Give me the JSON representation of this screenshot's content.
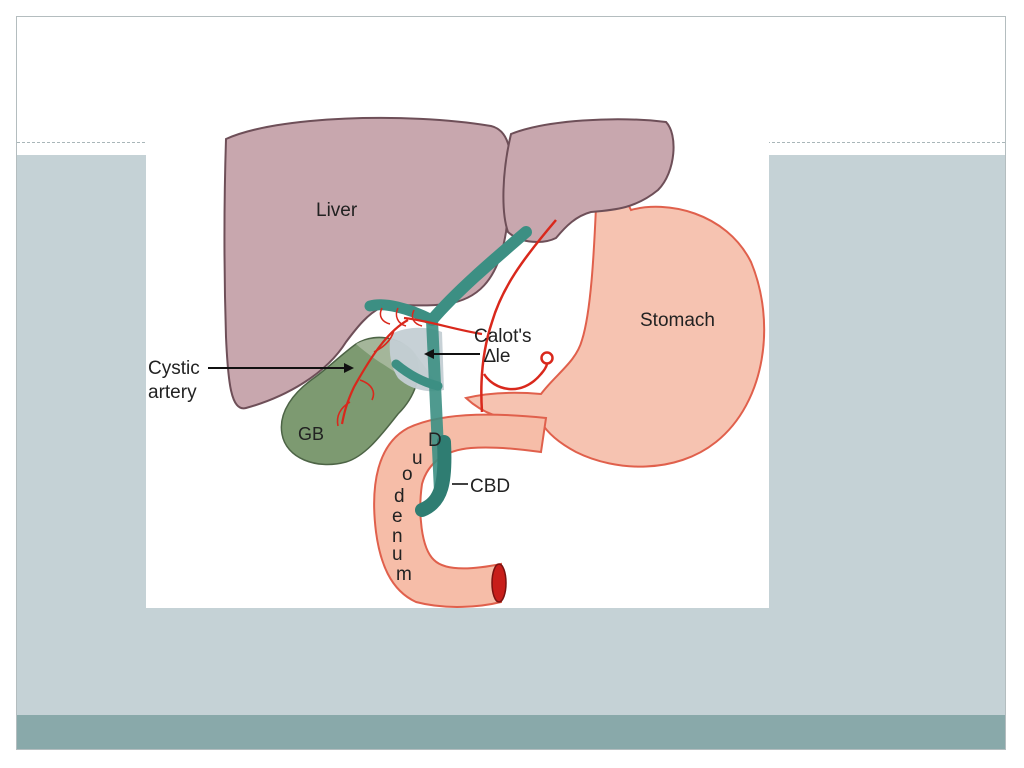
{
  "slide": {
    "colors": {
      "background": "#ffffff",
      "content_band": "#c5d2d6",
      "footer_band": "#89a9aa",
      "rule": "#a9b6b9"
    }
  },
  "diagram": {
    "labels": {
      "liver": "Liver",
      "stomach": "Stomach",
      "calots_line1": "Calot's",
      "calots_line2": "∆le",
      "cystic_line1": "Cystic",
      "cystic_line2": "artery",
      "gb": "GB",
      "cbd": "CBD",
      "duodenum_letters": [
        "D",
        "u",
        "o",
        "d",
        "e",
        "n",
        "u",
        "m"
      ]
    },
    "colors": {
      "liver": "#c8a7ae",
      "liver_outline": "#6e4f58",
      "stomach": "#f6c3b1",
      "stomach_outline": "#e0604c",
      "duodenum": "#f6bda8",
      "artery": "#d9281c",
      "bile_duct": "#3c8f83",
      "bile_duct_dark": "#2f7d72",
      "gallbladder": "#7d9a71",
      "calots_triangle": "#c4cfd4"
    }
  }
}
